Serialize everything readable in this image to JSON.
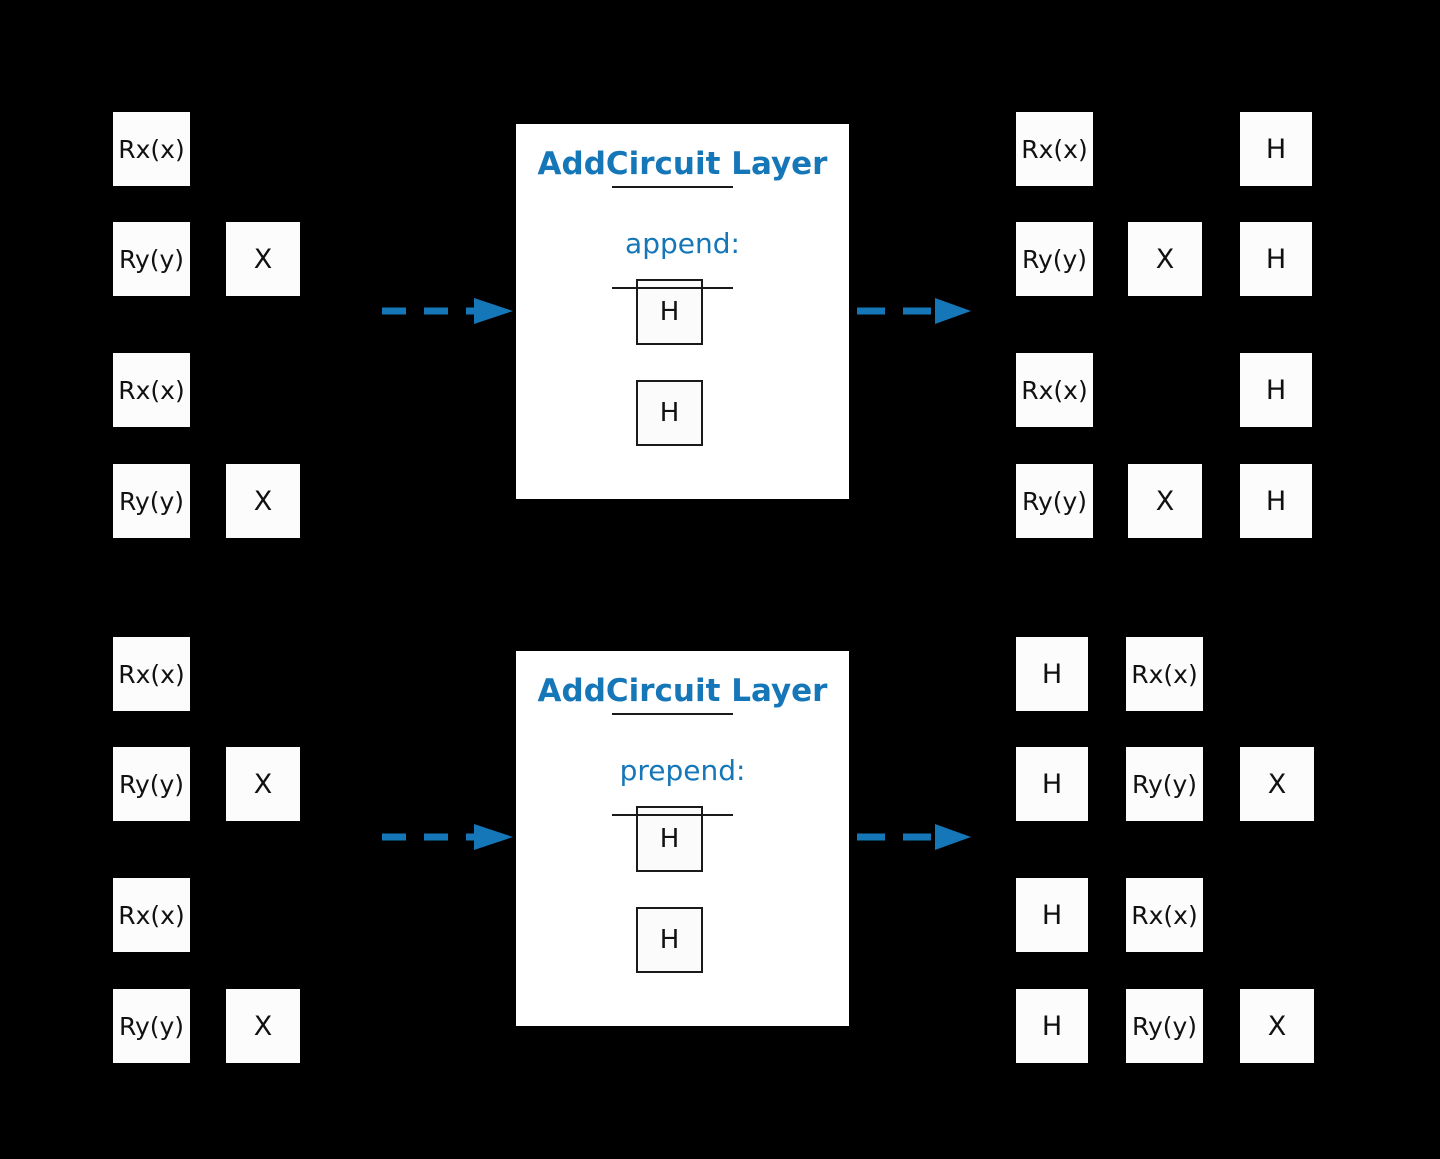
{
  "theme": {
    "background": "#000000",
    "gate_fill": "#fcfcfc",
    "gate_text": "#111111",
    "accent_blue": "#1577b8",
    "panel_fill": "#ffffff",
    "wire_color": "#1a1a1a"
  },
  "diagram": {
    "rows": [
      {
        "id": "append-row",
        "input_circuit": {
          "columns": [
            [
              "Rx(x)",
              "Ry(y)",
              "Rx(x)",
              "Ry(y)"
            ],
            [
              "",
              "X",
              "",
              "X"
            ]
          ]
        },
        "layer": {
          "title": "AddCircuit Layer",
          "subtitle": "append:",
          "gates": [
            "H",
            "H"
          ]
        },
        "output_circuit": {
          "columns": [
            [
              "Rx(x)",
              "Ry(y)",
              "Rx(x)",
              "Ry(y)"
            ],
            [
              "",
              "X",
              "",
              "X"
            ],
            [
              "H",
              "H",
              "H",
              "H"
            ]
          ]
        }
      },
      {
        "id": "prepend-row",
        "input_circuit": {
          "columns": [
            [
              "Rx(x)",
              "Ry(y)",
              "Rx(x)",
              "Ry(y)"
            ],
            [
              "",
              "X",
              "",
              "X"
            ]
          ]
        },
        "layer": {
          "title": "AddCircuit Layer",
          "subtitle": "prepend:",
          "gates": [
            "H",
            "H"
          ]
        },
        "output_circuit": {
          "columns": [
            [
              "H",
              "H",
              "H",
              "H"
            ],
            [
              "Rx(x)",
              "Ry(y)",
              "Rx(x)",
              "Ry(y)"
            ],
            [
              "",
              "X",
              "",
              "X"
            ]
          ]
        }
      }
    ],
    "arrows": {
      "style": "dashed-with-solid-head",
      "color": "#1577b8",
      "labels": [
        "transform-arrow-in",
        "transform-arrow-out"
      ]
    }
  }
}
